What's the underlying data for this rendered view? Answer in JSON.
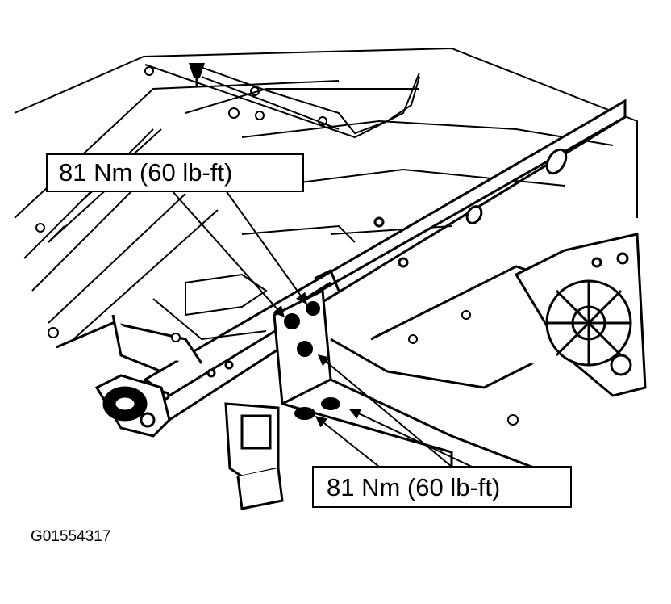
{
  "callouts": {
    "upper_torque": "81 Nm (60 lb-ft)",
    "lower_torque": "81 Nm (60 lb-ft)"
  },
  "figure_code": "G01554317",
  "colors": {
    "ink": "#000000",
    "paper": "#ffffff",
    "shade": "#e6e6e6"
  }
}
